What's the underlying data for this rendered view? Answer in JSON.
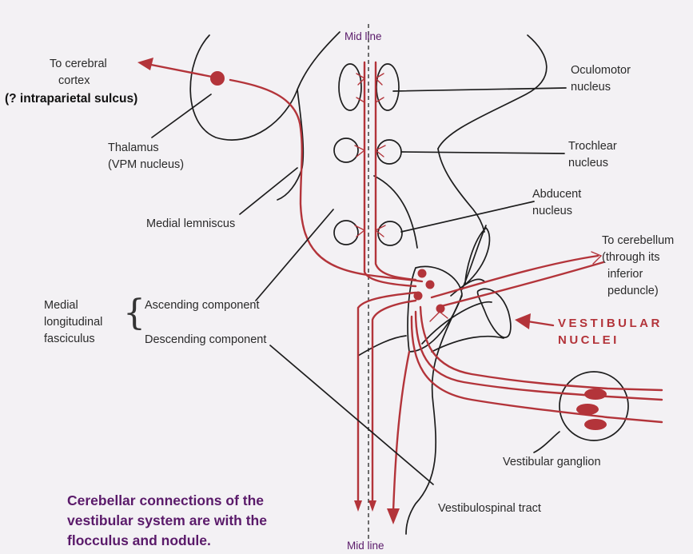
{
  "labels": {
    "mid_line_top": "Mid line",
    "mid_line_bottom": "Mid line",
    "to_cortex_1": "To cerebral",
    "to_cortex_2": "cortex",
    "intraparietal": "(? intraparietal sulcus)",
    "thalamus_1": "Thalamus",
    "thalamus_2": "(VPM nucleus)",
    "medial_lemniscus": "Medial lemniscus",
    "mlf_1": "Medial",
    "mlf_2": "longitudinal",
    "mlf_3": "fasciculus",
    "ascending": "Ascending component",
    "descending": "Descending component",
    "oculomotor_1": "Oculomotor",
    "oculomotor_2": "nucleus",
    "trochlear_1": "Trochlear",
    "trochlear_2": "nucleus",
    "abducent_1": "Abducent",
    "abducent_2": "nucleus",
    "cerebellum_1": "To cerebellum",
    "cerebellum_2": "(through its",
    "cerebellum_3": "inferior",
    "cerebellum_4": "peduncle)",
    "vestibular_1": "VESTIBULAR",
    "vestibular_2": "NUCLEI",
    "vestibular_ganglion": "Vestibular ganglion",
    "vestibulospinal": "Vestibulospinal tract"
  },
  "caption": {
    "line1": "Cerebellar connections of the",
    "line2": "vestibular system are with the",
    "line3": "flocculus and nodule."
  },
  "colors": {
    "pathway_red": "#b3343a",
    "outline_black": "#1d1d1d",
    "caption_purple": "#5a1a6a",
    "background": "#f3f1f4"
  }
}
